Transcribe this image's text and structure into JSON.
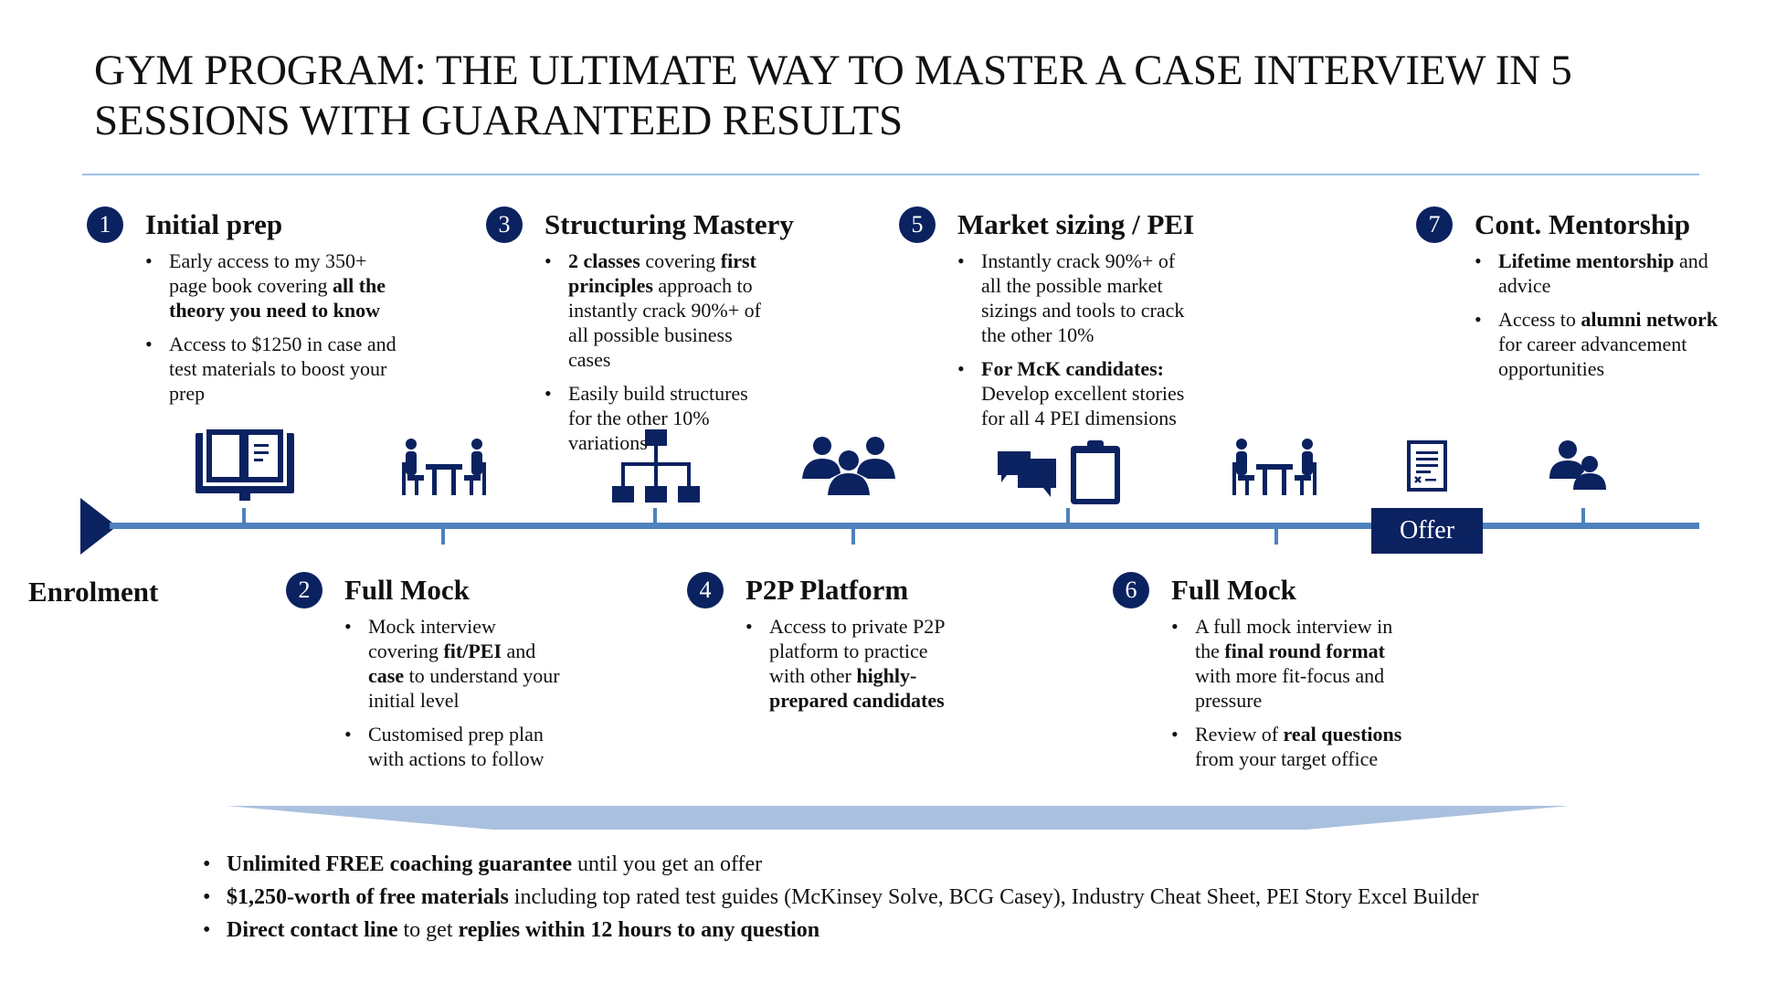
{
  "title": "GYM PROGRAM: THE ULTIMATE WAY TO MASTER A CASE INTERVIEW IN 5 SESSIONS WITH GUARANTEED RESULTS",
  "colors": {
    "navy": "#0b2260",
    "timeline": "#4f81bd",
    "band": "#a9c0df",
    "rule": "#9dc3e6"
  },
  "enrolment": "Enrolment",
  "offer": "Offer",
  "sections": [
    {
      "num": "1",
      "heading": "Initial prep",
      "bullets": [
        [
          {
            "t": "Early access to my 350+ page book covering "
          },
          {
            "t": "all the theory you need to know",
            "b": true
          }
        ],
        [
          {
            "t": "Access to $1250 in case and test materials to boost your prep"
          }
        ]
      ]
    },
    {
      "num": "2",
      "heading": "Full Mock",
      "bullets": [
        [
          {
            "t": "Mock interview covering "
          },
          {
            "t": "fit/PEI",
            "b": true
          },
          {
            "t": " and "
          },
          {
            "t": "case",
            "b": true
          },
          {
            "t": " to understand your initial level"
          }
        ],
        [
          {
            "t": "Customised prep plan with actions to follow"
          }
        ]
      ]
    },
    {
      "num": "3",
      "heading": "Structuring Mastery",
      "bullets": [
        [
          {
            "t": "2 classes",
            "b": true
          },
          {
            "t": " covering "
          },
          {
            "t": "first principles",
            "b": true
          },
          {
            "t": " approach to instantly crack 90%+ of all possible business cases"
          }
        ],
        [
          {
            "t": "Easily build structures for the other 10% variations"
          }
        ]
      ]
    },
    {
      "num": "4",
      "heading": "P2P Platform",
      "bullets": [
        [
          {
            "t": "Access to private P2P platform to practice with other "
          },
          {
            "t": "highly-prepared candidates",
            "b": true
          }
        ]
      ]
    },
    {
      "num": "5",
      "heading": "Market sizing / PEI",
      "bullets": [
        [
          {
            "t": "Instantly crack 90%+ of all the possible market sizings and tools to crack the other 10%"
          }
        ],
        [
          {
            "t": "For McK candidates:",
            "b": true
          },
          {
            "t": " Develop excellent stories for all 4 PEI dimensions"
          }
        ]
      ]
    },
    {
      "num": "6",
      "heading": "Full Mock",
      "bullets": [
        [
          {
            "t": "A full mock interview in the "
          },
          {
            "t": "final round format",
            "b": true
          },
          {
            "t": " with more fit-focus and pressure"
          }
        ],
        [
          {
            "t": "Review of "
          },
          {
            "t": "real questions",
            "b": true
          },
          {
            "t": " from your target office"
          }
        ]
      ]
    },
    {
      "num": "7",
      "heading": "Cont. Mentorship",
      "bullets": [
        [
          {
            "t": "Lifetime mentorship",
            "b": true
          },
          {
            "t": " and advice"
          }
        ],
        [
          {
            "t": "Access to "
          },
          {
            "t": "alumni network",
            "b": true
          },
          {
            "t": " for career advancement opportunities"
          }
        ]
      ]
    }
  ],
  "icons": [
    "book-icon",
    "mock-interview-icon",
    "hierarchy-icon",
    "group-icon",
    "chat-clipboard-icon",
    "mock-interview-icon",
    "offer-document-icon",
    "mentorship-icon"
  ],
  "benefits": [
    [
      {
        "t": "Unlimited FREE coaching guarantee",
        "b": true
      },
      {
        "t": " until you get an offer"
      }
    ],
    [
      {
        "t": "$1,250-worth of free materials",
        "b": true
      },
      {
        "t": " including top rated test guides (McKinsey Solve, BCG Casey), Industry Cheat Sheet, PEI Story Excel Builder"
      }
    ],
    [
      {
        "t": "Direct contact line",
        "b": true
      },
      {
        "t": " to get "
      },
      {
        "t": "replies within 12 hours to any question",
        "b": true
      }
    ]
  ]
}
